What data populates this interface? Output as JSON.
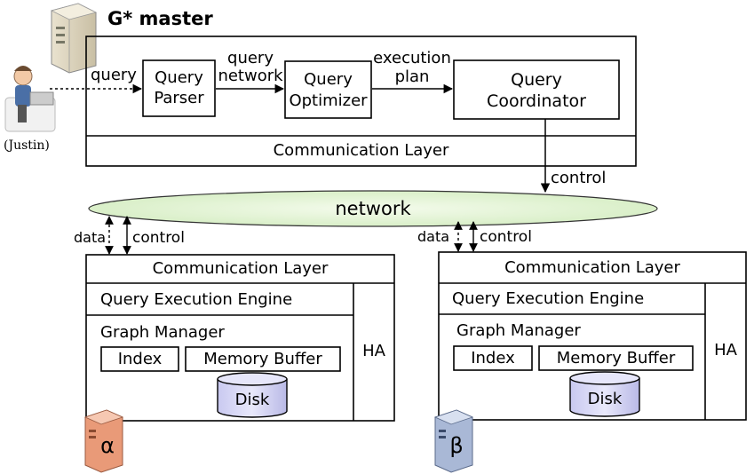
{
  "master": {
    "title": "G* master",
    "query_parser": [
      "Query",
      "Parser"
    ],
    "query_optimizer": [
      "Query",
      "Optimizer"
    ],
    "query_coordinator": [
      "Query",
      "Coordinator"
    ],
    "communication_layer": "Communication Layer"
  },
  "user": {
    "name": "(Justin)"
  },
  "edges": {
    "query": "query",
    "query_network": [
      "query",
      "network"
    ],
    "execution_plan": [
      "execution",
      "plan"
    ],
    "control_master": "control"
  },
  "network": {
    "label": "network"
  },
  "workers": [
    {
      "symbol": "α",
      "data_label": "data",
      "control_label": "control",
      "communication_layer": "Communication Layer",
      "query_execution_engine": "Query Execution Engine",
      "graph_manager": "Graph Manager",
      "index": "Index",
      "memory_buffer": "Memory Buffer",
      "disk": "Disk",
      "ha": "HA",
      "color": "#e99a78"
    },
    {
      "symbol": "β",
      "data_label": "data",
      "control_label": "control",
      "communication_layer": "Communication Layer",
      "query_execution_engine": "Query Execution Engine",
      "graph_manager": "Graph Manager",
      "index": "Index",
      "memory_buffer": "Memory Buffer",
      "disk": "Disk",
      "ha": "HA",
      "color": "#a9b8d6"
    }
  ]
}
